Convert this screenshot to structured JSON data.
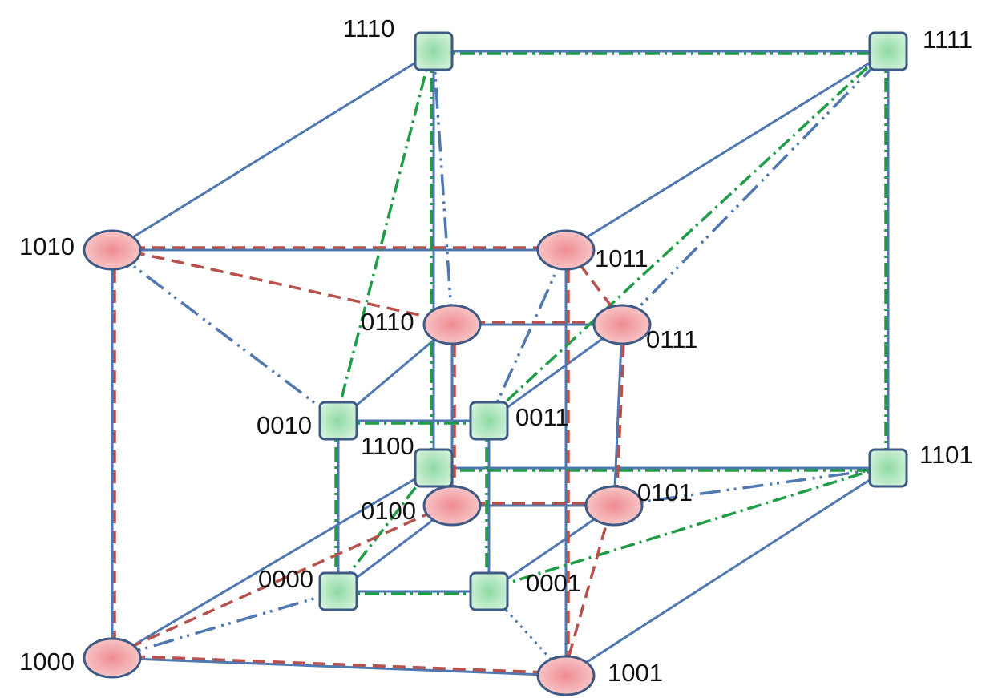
{
  "diagram": {
    "nodes": [
      {
        "id": "1110",
        "label": "1110",
        "shape": "square"
      },
      {
        "id": "1111",
        "label": "1111",
        "shape": "square"
      },
      {
        "id": "1010",
        "label": "1010",
        "shape": "ellipse"
      },
      {
        "id": "1011",
        "label": "1011",
        "shape": "ellipse"
      },
      {
        "id": "0110",
        "label": "0110",
        "shape": "ellipse"
      },
      {
        "id": "0111",
        "label": "0111",
        "shape": "ellipse"
      },
      {
        "id": "0010",
        "label": "0010",
        "shape": "square"
      },
      {
        "id": "0011",
        "label": "0011",
        "shape": "square"
      },
      {
        "id": "1100",
        "label": "1100",
        "shape": "square"
      },
      {
        "id": "1101",
        "label": "1101",
        "shape": "square"
      },
      {
        "id": "0100",
        "label": "0100",
        "shape": "ellipse"
      },
      {
        "id": "0101",
        "label": "0101",
        "shape": "ellipse"
      },
      {
        "id": "0000",
        "label": "0000",
        "shape": "square"
      },
      {
        "id": "0001",
        "label": "0001",
        "shape": "square"
      },
      {
        "id": "1000",
        "label": "1000",
        "shape": "ellipse"
      },
      {
        "id": "1001",
        "label": "1001",
        "shape": "ellipse"
      }
    ],
    "edges": [
      {
        "from": "1110",
        "to": "1111",
        "style": "solid"
      },
      {
        "from": "1110",
        "to": "1100",
        "style": "solid"
      },
      {
        "from": "1111",
        "to": "1101",
        "style": "solid"
      },
      {
        "from": "1100",
        "to": "1101",
        "style": "solid"
      },
      {
        "from": "1010",
        "to": "1011",
        "style": "solid"
      },
      {
        "from": "1010",
        "to": "1000",
        "style": "solid"
      },
      {
        "from": "1011",
        "to": "1001",
        "style": "solid"
      },
      {
        "from": "1000",
        "to": "1001",
        "style": "solid"
      },
      {
        "from": "1010",
        "to": "1110",
        "style": "solid"
      },
      {
        "from": "1011",
        "to": "1111",
        "style": "solid"
      },
      {
        "from": "1000",
        "to": "1100",
        "style": "solid"
      },
      {
        "from": "1001",
        "to": "1101",
        "style": "solid"
      },
      {
        "from": "0110",
        "to": "0111",
        "style": "solid"
      },
      {
        "from": "0110",
        "to": "0100",
        "style": "solid"
      },
      {
        "from": "0111",
        "to": "0101",
        "style": "solid"
      },
      {
        "from": "0100",
        "to": "0101",
        "style": "solid"
      },
      {
        "from": "0010",
        "to": "0011",
        "style": "solid"
      },
      {
        "from": "0010",
        "to": "0000",
        "style": "solid"
      },
      {
        "from": "0011",
        "to": "0001",
        "style": "solid"
      },
      {
        "from": "0000",
        "to": "0001",
        "style": "solid"
      },
      {
        "from": "0010",
        "to": "0110",
        "style": "solid"
      },
      {
        "from": "0011",
        "to": "0111",
        "style": "solid"
      },
      {
        "from": "0000",
        "to": "0100",
        "style": "solid"
      },
      {
        "from": "0001",
        "to": "0101",
        "style": "solid"
      },
      {
        "from": "1010",
        "to": "1011",
        "style": "red"
      },
      {
        "from": "1010",
        "to": "1000",
        "style": "red"
      },
      {
        "from": "1000",
        "to": "1001",
        "style": "red"
      },
      {
        "from": "1011",
        "to": "1001",
        "style": "red"
      },
      {
        "from": "0110",
        "to": "0111",
        "style": "red"
      },
      {
        "from": "0110",
        "to": "0100",
        "style": "red"
      },
      {
        "from": "0111",
        "to": "0101",
        "style": "red"
      },
      {
        "from": "0100",
        "to": "0101",
        "style": "red"
      },
      {
        "from": "1010",
        "to": "0110",
        "style": "red"
      },
      {
        "from": "1011",
        "to": "0111",
        "style": "red"
      },
      {
        "from": "1000",
        "to": "0100",
        "style": "red"
      },
      {
        "from": "1001",
        "to": "0101",
        "style": "red"
      },
      {
        "from": "1110",
        "to": "1111",
        "style": "green"
      },
      {
        "from": "1110",
        "to": "1100",
        "style": "green"
      },
      {
        "from": "1111",
        "to": "1101",
        "style": "green"
      },
      {
        "from": "1100",
        "to": "1101",
        "style": "green"
      },
      {
        "from": "0010",
        "to": "0011",
        "style": "green"
      },
      {
        "from": "0010",
        "to": "0000",
        "style": "green"
      },
      {
        "from": "0011",
        "to": "0001",
        "style": "green"
      },
      {
        "from": "0000",
        "to": "0001",
        "style": "green"
      },
      {
        "from": "1110",
        "to": "0010",
        "style": "green"
      },
      {
        "from": "1111",
        "to": "0011",
        "style": "green"
      },
      {
        "from": "1100",
        "to": "0000",
        "style": "green"
      },
      {
        "from": "1101",
        "to": "0001",
        "style": "green"
      },
      {
        "from": "1010",
        "to": "0010",
        "style": "blue-dashdot"
      },
      {
        "from": "1011",
        "to": "0011",
        "style": "blue-dashdot"
      },
      {
        "from": "1000",
        "to": "0000",
        "style": "blue-dashdot"
      },
      {
        "from": "1001",
        "to": "0001",
        "style": "blue-dot"
      },
      {
        "from": "0110",
        "to": "1110",
        "style": "blue-dashdot"
      },
      {
        "from": "0111",
        "to": "1111",
        "style": "blue-dashdot"
      },
      {
        "from": "0100",
        "to": "1100",
        "style": "blue-dot"
      },
      {
        "from": "0101",
        "to": "1101",
        "style": "blue-dashdot"
      }
    ],
    "colors": {
      "solid_edge": "#4f77b0",
      "red_dashed_edge": "#b8504b",
      "green_dashdot_edge": "#1f9c45",
      "ellipse_fill": "#f4a3a6",
      "square_fill": "#b2e6bf",
      "node_stroke": "#3e5a85"
    }
  }
}
